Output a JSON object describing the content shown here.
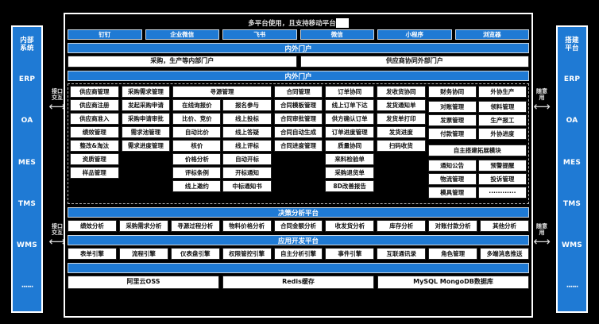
{
  "title": "多平台使用，且支持移动平台",
  "left_rail": {
    "head": "内部\n系统",
    "items": [
      "ERP",
      "OA",
      "MES",
      "TMS",
      "WMS",
      "······"
    ]
  },
  "right_rail": {
    "head": "搭建\n平台",
    "items": [
      "ERP",
      "OA",
      "MES",
      "TMS",
      "WMS",
      "······"
    ]
  },
  "connectors": {
    "left_top": "接口\n交互",
    "left_bottom": "接口\n交互",
    "right_top": "随意\n用",
    "right_bottom": "随意\n用",
    "arrow": "⟷"
  },
  "tabs": [
    "钉钉",
    "企业微信",
    "飞书",
    "微信",
    "小程序",
    "浏览器"
  ],
  "portal": {
    "header": "内外门户",
    "internal": "采购，生产等内部门户",
    "external": "供应商协同外部门户"
  },
  "grid": {
    "header": "内外门户",
    "columns": [
      {
        "top": "供应商管理",
        "items": [
          "供应商注册",
          "供应商准入",
          "绩效管理",
          "整改&淘汰",
          "资质管理",
          "样品管理"
        ]
      },
      {
        "top": "采购需求管理",
        "items": [
          "发起采购申请",
          "采购申请审批",
          "需求池管理",
          "需求进度管理"
        ]
      },
      {
        "top": "寻源管理",
        "wide": true,
        "left_items": [
          "在线询报价",
          "比价、竞价",
          "自动比价",
          "核价",
          "价格分析",
          "评标条例",
          "线上邀约"
        ],
        "right_items": [
          "报名参与",
          "线上投标",
          "线上答疑",
          "线上评标",
          "自动开标",
          "开标通知",
          "中标通知书"
        ]
      },
      {
        "top": "合同管理",
        "items": [
          "合同模板管理",
          "合同审批管理",
          "合同自动生成",
          "合同进度管理"
        ]
      },
      {
        "top": "订单协同",
        "items": [
          "线上订单下达",
          "供方确认订单",
          "订单进度管理",
          "质量协同",
          "来料检验单",
          "采购退货单",
          "8D改善报告"
        ]
      },
      {
        "top": "发收货协同",
        "items": [
          "发货通知单",
          "发货单打印",
          "发货进度",
          "扫码收货"
        ]
      },
      {
        "top": "财务协同",
        "items": [
          "对账管理",
          "发票管理",
          "付款管理"
        ]
      },
      {
        "top": "外协生产",
        "items": [
          "领料管理",
          "生产报工",
          "外协进度"
        ]
      }
    ],
    "extend": {
      "top": "自主搭建拓展模块",
      "left_items": [
        "通知公告",
        "物流管理",
        "模具管理"
      ],
      "right_items": [
        "预警提醒",
        "投诉管理",
        "············"
      ]
    }
  },
  "decision": {
    "header": "决策分析平台",
    "items": [
      "绩效分析",
      "采购需求分析",
      "寻源过程分析",
      "物料价格分析",
      "合同金额分析",
      "收发货分析",
      "库存分析",
      "对账付款分析",
      "其他分析"
    ]
  },
  "appdev": {
    "header": "应用开发平台",
    "items": [
      "表单引擎",
      "流程引擎",
      "仪表盘引擎",
      "权限管控引擎",
      "自主分析引擎",
      "事件引擎",
      "互联通讯录",
      "角色管理",
      "多端消息推送"
    ]
  },
  "infra": {
    "items": [
      "阿里云OSS",
      "Redis缓存",
      "MySQL MongoDB数据库"
    ]
  },
  "colors": {
    "brand": "#1f7ad4",
    "panel": "#ffffff",
    "background": "#000000"
  }
}
